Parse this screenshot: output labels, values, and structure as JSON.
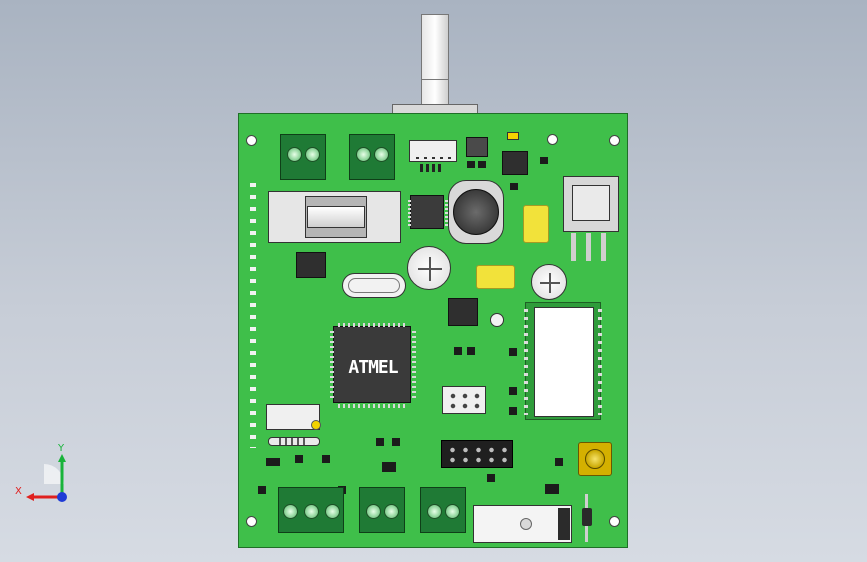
{
  "ic_marking": "ATMEL",
  "axes": {
    "x_label": "X",
    "y_label": "Y"
  },
  "colors": {
    "background_top": "#a9b3c1",
    "pcb": "#3fbf4a",
    "terminal": "#1f7a35",
    "crystal": "#e8e8e8",
    "buzzer": "#555555",
    "yellow_part": "#f2e23a",
    "axis_x": "#e0201f",
    "axis_y": "#18b33a",
    "axis_z": "#1f3bd6"
  },
  "icons": [
    "gear-icon",
    "pcb-model-icon",
    "axis-triad-icon"
  ]
}
